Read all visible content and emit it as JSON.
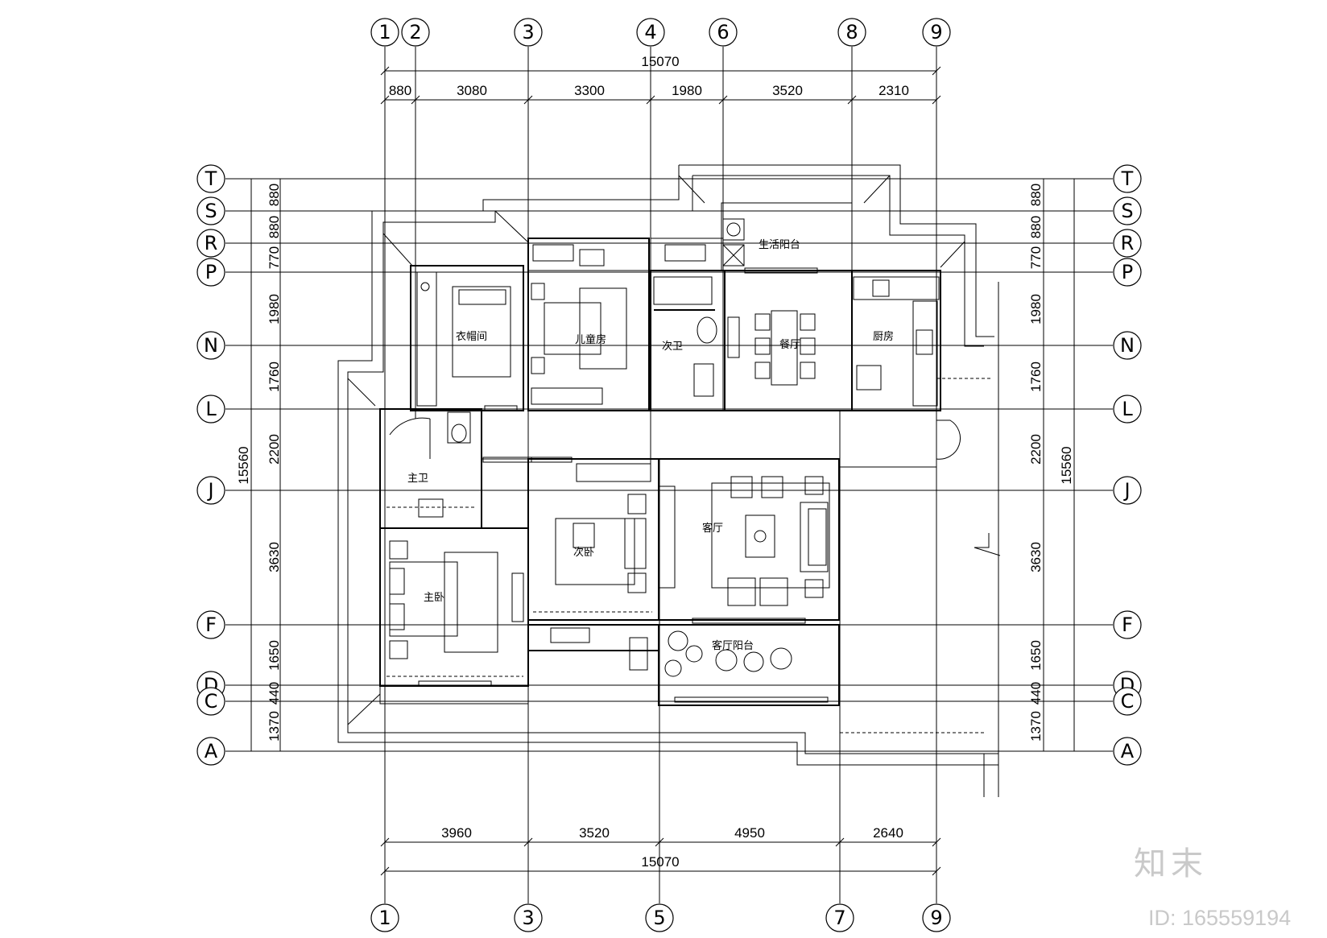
{
  "axes": {
    "top": [
      "1",
      "2",
      "3",
      "4",
      "6",
      "8",
      "9"
    ],
    "bottom": [
      "1",
      "3",
      "5",
      "7",
      "9"
    ],
    "left": [
      "T",
      "S",
      "R",
      "P",
      "N",
      "L",
      "J",
      "F",
      "D",
      "C",
      "A"
    ],
    "right": [
      "T",
      "S",
      "R",
      "P",
      "N",
      "L",
      "J",
      "F",
      "D",
      "C",
      "A"
    ]
  },
  "dimensions": {
    "top_total": "15070",
    "top_segments": [
      "880",
      "3080",
      "3300",
      "1980",
      "3520",
      "2310"
    ],
    "bottom_segments": [
      "3960",
      "3520",
      "4950",
      "2640"
    ],
    "bottom_total": "15070",
    "left_segments": [
      "880",
      "880",
      "770",
      "1980",
      "1760",
      "2200",
      "3630",
      "1650",
      "440",
      "1370"
    ],
    "left_total": "15560",
    "right_segments": [
      "880",
      "880",
      "770",
      "1980",
      "1760",
      "2200",
      "3630",
      "1650",
      "440",
      "1370"
    ],
    "right_total": "15560"
  },
  "rooms": {
    "cloakroom": "衣帽间",
    "kids_room": "儿童房",
    "second_bath": "次卫",
    "dining": "餐厅",
    "kitchen": "厨房",
    "service_balcony": "生活阳台",
    "master_bath": "主卫",
    "second_bedroom": "次卧",
    "living_room": "客厅",
    "master_bedroom": "主卧",
    "living_balcony": "客厅阳台"
  },
  "watermark": {
    "logo": "知末",
    "id": "ID: 165559194"
  }
}
